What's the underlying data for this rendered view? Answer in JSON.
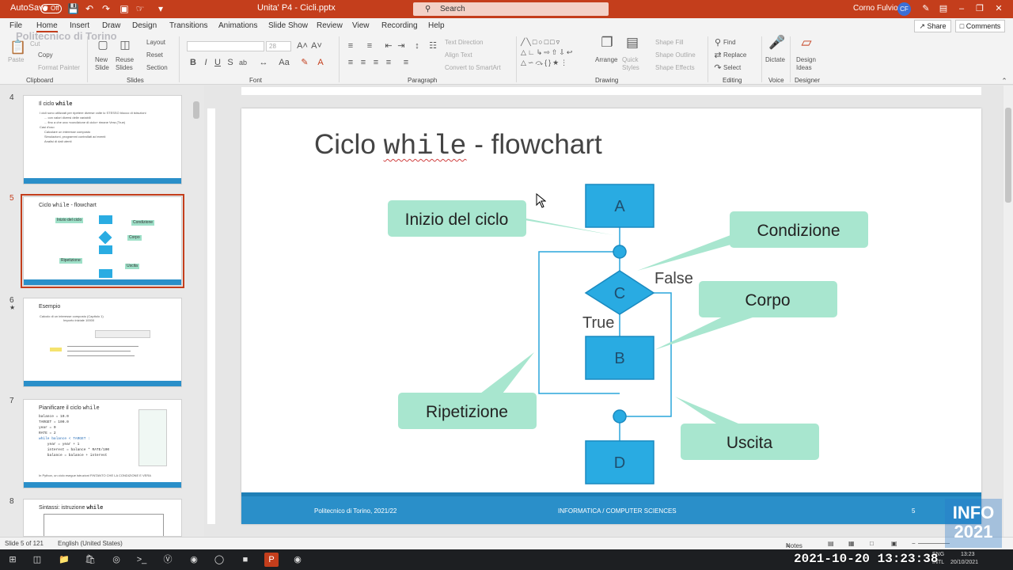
{
  "window": {
    "autosave_label": "AutoSave",
    "autosave_state": "Off",
    "file_title": "Unita' P4 - Cicli.pptx",
    "search_placeholder": "Search",
    "user_name": "Corno Fulvio",
    "user_initials": "CF"
  },
  "tabs": [
    "File",
    "Home",
    "Insert",
    "Draw",
    "Design",
    "Transitions",
    "Animations",
    "Slide Show",
    "Review",
    "View",
    "Recording",
    "Help"
  ],
  "active_tab": "Home",
  "share_label": "Share",
  "comments_label": "Comments",
  "ribbon": {
    "clipboard": {
      "paste": "Paste",
      "cut": "Cut",
      "copy": "Copy",
      "format_painter": "Format Painter",
      "group": "Clipboard"
    },
    "slides": {
      "new_slide": "New Slide",
      "reuse_slides": "Reuse Slides",
      "layout": "Layout",
      "reset": "Reset",
      "section": "Section",
      "group": "Slides"
    },
    "font": {
      "group": "Font",
      "bold": "B",
      "italic": "I",
      "underline": "U",
      "strike": "S",
      "shadow": "ab",
      "size": "28"
    },
    "paragraph": {
      "group": "Paragraph",
      "text_direction": "Text Direction",
      "align_text": "Align Text",
      "convert_smartart": "Convert to SmartArt"
    },
    "drawing": {
      "group": "Drawing",
      "arrange": "Arrange",
      "quick_styles": "Quick Styles",
      "shape_fill": "Shape Fill",
      "shape_outline": "Shape Outline",
      "shape_effects": "Shape Effects"
    },
    "editing": {
      "group": "Editing",
      "find": "Find",
      "replace": "Replace",
      "select": "Select"
    },
    "voice": {
      "group": "Voice",
      "dictate": "Dictate"
    },
    "designer": {
      "group": "Designer",
      "design_ideas": "Design Ideas"
    }
  },
  "thumbnails": [
    {
      "num": "4",
      "title_text": "Il ciclo ",
      "title_code": "while",
      "bullets": [
        "I cicli sono utilizzati per ripetere diverse volte lo STESSO blocco di istruzioni",
        "... con valori diversi delle variabili",
        "... fino a che una «condizione di ciclo» rimane Vera (True)",
        "Casi d'uso",
        "Calcolare un interesse composto",
        "Simulazioni, programmi controllati ad eventi",
        "Analisi di dati utenti"
      ]
    },
    {
      "num": "5",
      "title_text": "Ciclo ",
      "title_code": "while",
      "title_rest": " - flowchart",
      "selected": true
    },
    {
      "num": "6",
      "title_text": "Esempio",
      "bullets": [
        "Calcolo di un interesse composto (Capitolo 1)",
        "Importo iniziale 10000"
      ]
    },
    {
      "num": "7",
      "title_text": "Pianificare il ciclo ",
      "title_code": "while",
      "code_lines": [
        "balance = 10.0",
        "TARGET = 100.0",
        "year = 0",
        "RATE = 2",
        "while balance < TARGET :",
        "    year = year + 1",
        "    interest = balance * RATE/100",
        "    balance = balance + interest"
      ],
      "note": "In Python, un ciclo esegue istruzioni FINTANTO CHE LA CONDIZIONE E VERA"
    },
    {
      "num": "8",
      "title_text": "Sintassi: istruzione ",
      "title_code": "while"
    }
  ],
  "slide": {
    "title_pre": "Ciclo ",
    "title_code": "while",
    "title_post": " - flowchart",
    "nodes": {
      "a": "A",
      "b": "B",
      "c": "C",
      "d": "D"
    },
    "branch_false": "False",
    "branch_true": "True",
    "callouts": {
      "inizio": "Inizio del ciclo",
      "condizione": "Condizione",
      "corpo": "Corpo",
      "ripetizione": "Ripetizione",
      "uscita": "Uscita"
    },
    "footer_left": "Politecnico di Torino, 2021/22",
    "footer_center": "INFORMATICA / COMPUTER SCIENCES",
    "footer_page": "5",
    "colors": {
      "node": "#29abe2",
      "node_border": "#1a8ac0",
      "callout": "#a8e6cf",
      "footer": "#2a8fc9"
    }
  },
  "statusbar": {
    "slide_info": "Slide 5 of 121",
    "language": "English (United States)",
    "notes": "Notes"
  },
  "taskbar": {
    "lang": "ENG",
    "layout": "INTL",
    "time": "13:23",
    "date": "20/10/2021",
    "overlay_timestamp": "2021-10-20 13:23:38"
  },
  "watermark": {
    "line1": "INFO",
    "line2": "2021"
  },
  "logo_text": "Politecnico di Torino"
}
